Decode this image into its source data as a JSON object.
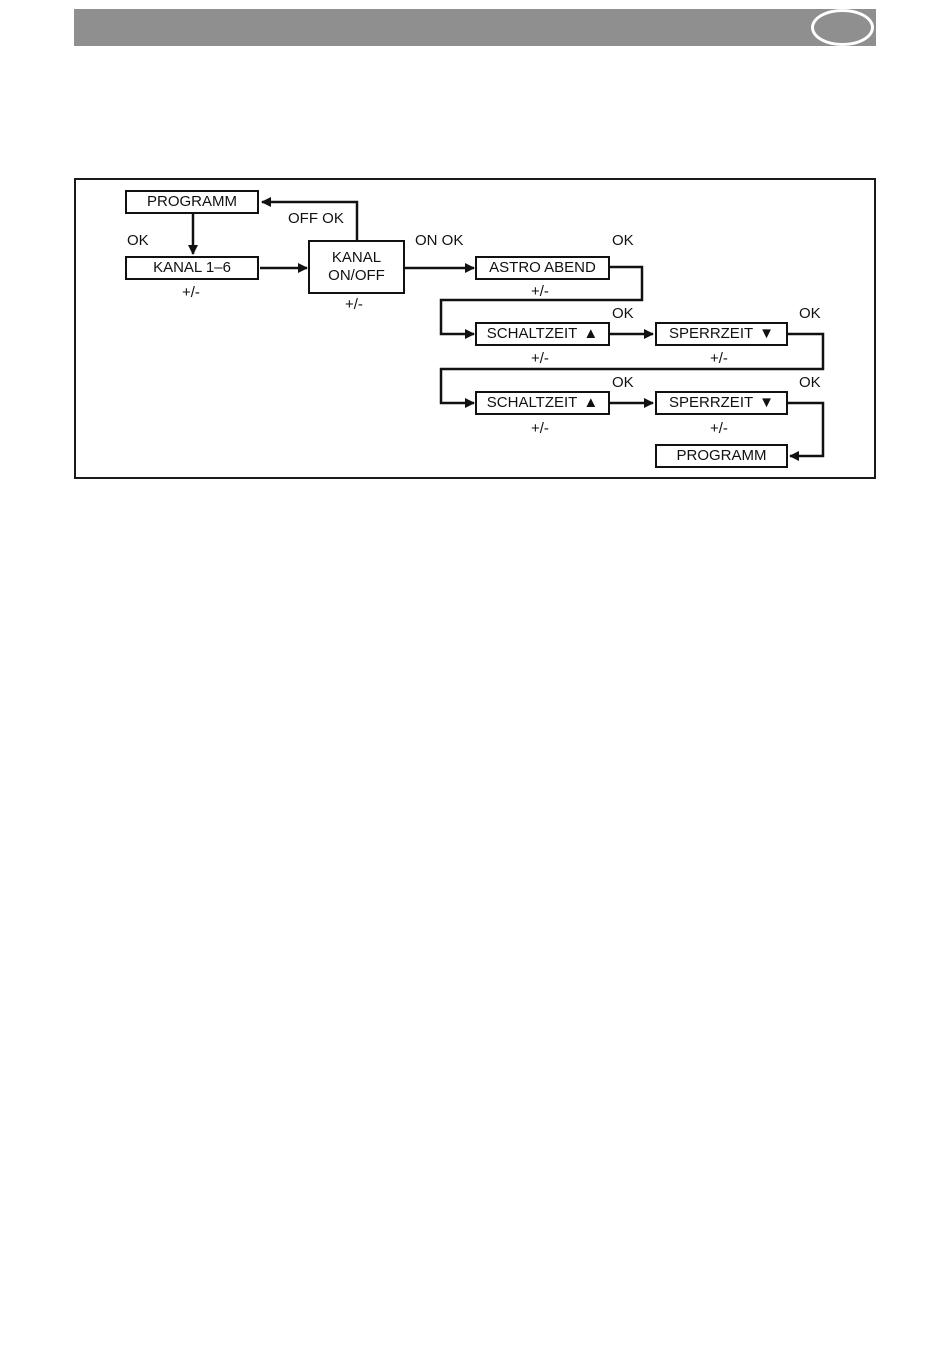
{
  "diagram": {
    "boxes": {
      "programm_top": "PROGRAMM",
      "kanal_1_6": "KANAL 1–6",
      "kanal_onoff_line1": "KANAL",
      "kanal_onoff_line2": "ON/OFF",
      "astro_abend": "ASTRO ABEND",
      "schaltzeit_1": "SCHALTZEIT",
      "sperrzeit_1": "SPERRZEIT",
      "schaltzeit_2": "SCHALTZEIT",
      "sperrzeit_2": "SPERRZEIT",
      "programm_end": "PROGRAMM"
    },
    "symbols": {
      "up": "▲",
      "down": "▼"
    },
    "labels": {
      "ok_programm": "OK",
      "off_ok": "OFF OK",
      "on_ok": "ON OK",
      "ok_astro": "OK",
      "ok_schalt1": "OK",
      "ok_sperr1": "OK",
      "ok_schalt2": "OK",
      "ok_sperr2": "OK",
      "pm_kanal16": "+/-",
      "pm_kanalonoff": "+/-",
      "pm_astro": "+/-",
      "pm_schalt1": "+/-",
      "pm_sperr1": "+/-",
      "pm_schalt2": "+/-",
      "pm_sperr2": "+/-"
    }
  }
}
